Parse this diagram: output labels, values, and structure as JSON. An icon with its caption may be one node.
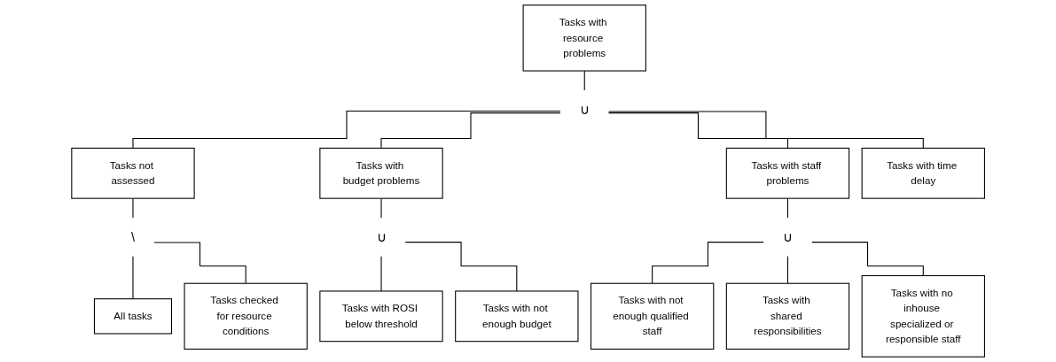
{
  "diagram": {
    "nodes": [
      {
        "text": [
          "Tasks with resource problems"
        ]
      },
      {
        "text": [
          "∪"
        ]
      },
      {
        "text": [
          "Tasks not assessed"
        ]
      },
      {
        "text": [
          "Tasks with budget problems"
        ]
      },
      {
        "text": [
          "Tasks with staff problems"
        ]
      },
      {
        "text": [
          "Tasks with time delay"
        ]
      },
      {
        "text": [
          "\\"
        ]
      },
      {
        "text": [
          "∪"
        ]
      },
      {
        "text": [
          "∪"
        ]
      },
      {
        "text": [
          "All tasks"
        ]
      },
      {
        "text": [
          "Tasks checked for resource conditions"
        ]
      },
      {
        "text": [
          "Tasks with ROSI below threshold"
        ]
      },
      {
        "text": [
          "Tasks with not enough budget"
        ]
      },
      {
        "text": [
          "Tasks with not enough qualified staff"
        ]
      },
      {
        "text": [
          "Tasks with shared responsibilities"
        ]
      },
      {
        "text": [
          "Tasks with no inhouse specialized or responsible staff"
        ]
      }
    ],
    "edges": [
      {
        "from": 0,
        "to": 1,
        "arrow": "none"
      },
      {
        "from": 1,
        "to": 2,
        "arrow": "none"
      },
      {
        "from": 1,
        "to": 3,
        "arrow": "none"
      },
      {
        "from": 1,
        "to": 4,
        "arrow": "none"
      },
      {
        "from": 1,
        "to": 5,
        "arrow": "none"
      },
      {
        "from": 2,
        "to": 6,
        "arrow": "none"
      },
      {
        "from": 6,
        "to": 9,
        "arrow": "none"
      },
      {
        "from": 6,
        "to": 10,
        "arrow": "none"
      },
      {
        "from": 3,
        "to": 7,
        "arrow": "none"
      },
      {
        "from": 7,
        "to": 11,
        "arrow": "none"
      },
      {
        "from": 7,
        "to": 12,
        "arrow": "none"
      },
      {
        "from": 4,
        "to": 8,
        "arrow": "none"
      },
      {
        "from": 8,
        "to": 13,
        "arrow": "none"
      },
      {
        "from": 8,
        "to": 14,
        "arrow": "none"
      },
      {
        "from": 8,
        "to": 15,
        "arrow": "none"
      }
    ]
  }
}
